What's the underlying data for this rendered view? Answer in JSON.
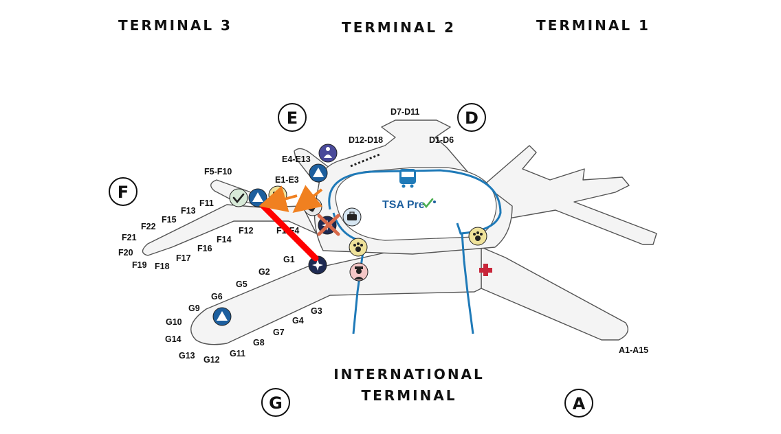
{
  "terminals": {
    "t3": "TERMINAL 3",
    "t2": "TERMINAL 2",
    "t1": "TERMINAL 1",
    "intl_line1": "INTERNATIONAL",
    "intl_line2": "TERMINAL"
  },
  "boarding_areas": {
    "e": "E",
    "d": "D",
    "f": "F",
    "g": "G",
    "a": "A"
  },
  "gate_labels": {
    "d7_d11": "D7-D11",
    "d12_d18": "D12-D18",
    "d1_d6": "D1-D6",
    "e4_e13": "E4-E13",
    "e1_e3": "E1-E3",
    "f5_f10": "F5-F10",
    "f11": "F11",
    "f13": "F13",
    "f15": "F15",
    "f22": "F22",
    "f21": "F21",
    "f20": "F20",
    "f19": "F19",
    "f18": "F18",
    "f17": "F17",
    "f16": "F16",
    "f14": "F14",
    "f12": "F12",
    "f1_f4": "F1-F4",
    "g1": "G1",
    "g2": "G2",
    "g5": "G5",
    "g6": "G6",
    "g9": "G9",
    "g10": "G10",
    "g14": "G14",
    "g13": "G13",
    "g12": "G12",
    "g11": "G11",
    "g8": "G8",
    "g7": "G7",
    "g4": "G4",
    "g3": "G3",
    "a1_a15": "A1-A15"
  },
  "tsa_precheck": "TSA Pre",
  "colors": {
    "outline": "#555555",
    "fill": "#f4f4f4",
    "rail": "#1f7ab8",
    "navy": "#1e2a52",
    "blue": "#1d5f9e",
    "pet_yellow": "#efe29a",
    "check_green": "#4caf50",
    "red_route": "#ff0000",
    "orange_arrow": "#f08020",
    "medical_red": "#c8263a"
  }
}
